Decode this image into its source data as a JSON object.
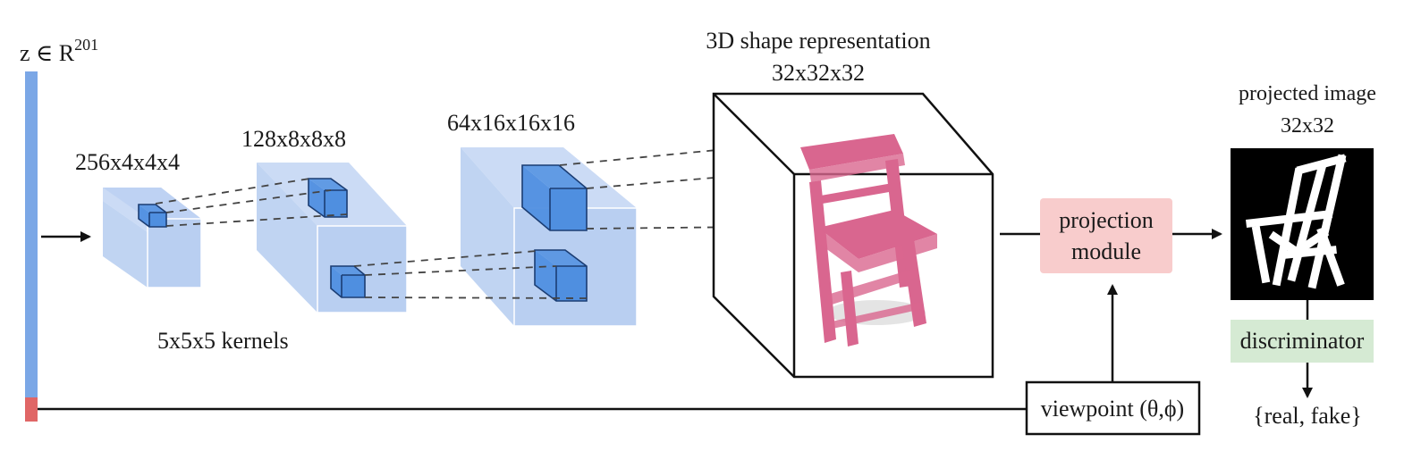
{
  "latent": {
    "label_prefix": "z ∈ R",
    "label_superscript": "201",
    "bar_color": "#7ba7e6",
    "viewpoint_segment_color": "#e06666"
  },
  "encoder": {
    "block1_label": "256x4x4x4",
    "block2_label": "128x8x8x8",
    "block3_label": "64x16x16x16",
    "kernels_label": "5x5x5 kernels",
    "block_color": "#b9cff1",
    "kernel_color": "#4f8fe0"
  },
  "shape": {
    "title": "3D shape representation",
    "size": "32x32x32",
    "object_color": "#d9668f"
  },
  "projection": {
    "label_line1": "projection",
    "label_line2": "module",
    "fill": "#f8cccc"
  },
  "viewpoint": {
    "label": "viewpoint (θ,ϕ)"
  },
  "projected": {
    "title": "projected image",
    "size": "32x32"
  },
  "discriminator": {
    "label": "discriminator",
    "fill": "#d5ead3",
    "output": "{real, fake}"
  }
}
